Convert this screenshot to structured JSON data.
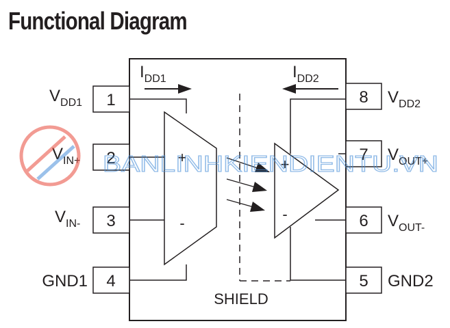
{
  "title": "Functional Diagram",
  "pins_left": [
    {
      "number": "1",
      "base": "V",
      "sub": "DD1"
    },
    {
      "number": "2",
      "base": "V",
      "sub": "IN+"
    },
    {
      "number": "3",
      "base": "V",
      "sub": "IN-"
    },
    {
      "number": "4",
      "base": "GND1",
      "sub": ""
    }
  ],
  "pins_right": [
    {
      "number": "8",
      "base": "V",
      "sub": "DD2"
    },
    {
      "number": "7",
      "base": "V",
      "sub": "OUT+"
    },
    {
      "number": "6",
      "base": "V",
      "sub": "OUT-"
    },
    {
      "number": "5",
      "base": "GND2",
      "sub": ""
    }
  ],
  "supply_labels": {
    "idd1": {
      "base": "I",
      "sub": "DD1"
    },
    "idd2": {
      "base": "I",
      "sub": "DD2"
    }
  },
  "amplifier_left": {
    "plus": "+",
    "minus": "-"
  },
  "amplifier_right": {
    "plus": "+",
    "minus": "-"
  },
  "shield_label": "SHIELD",
  "watermark": "BANLINHKIENDIENTU.VN",
  "colors": {
    "ink": "#231f20",
    "watermark": "#4a90d9",
    "watermark_logo": "#e84a3c"
  }
}
